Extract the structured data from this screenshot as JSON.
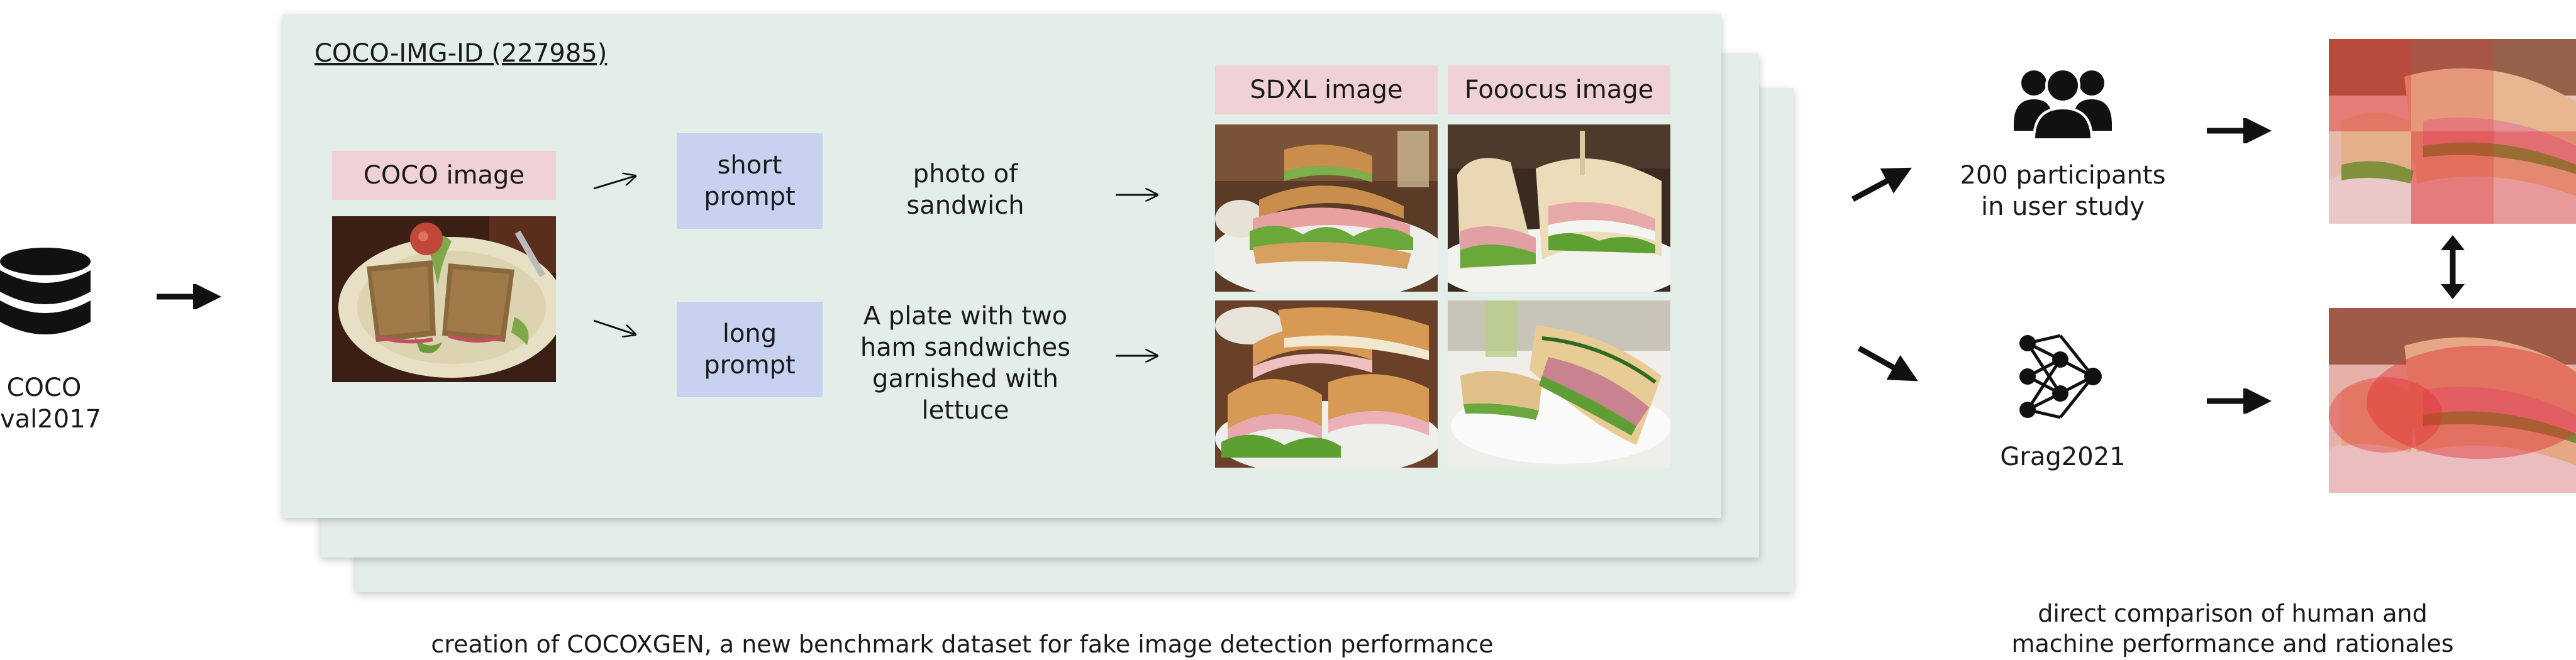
{
  "source": {
    "name_line1": "COCO",
    "name_line2": "val2017",
    "icon": "database-icon"
  },
  "panel": {
    "image_id": "COCO-IMG-ID (227985)",
    "coco_label": "COCO image",
    "short_prompt_label": "short prompt",
    "long_prompt_label": "long prompt",
    "short_prompt_text": "photo of sandwich",
    "long_prompt_text": "A plate with two ham sandwiches garnished with lettuce",
    "sdxl_label": "SDXL image",
    "fooocus_label": "Fooocus image"
  },
  "captions": {
    "left": "creation of COCOXGEN, a new benchmark dataset for fake image detection performance",
    "right_line1": "direct comparison of human and",
    "right_line2": "machine performance and rationales"
  },
  "study": {
    "participants_line1": "200 participants",
    "participants_line2": "in user study",
    "participants_icon": "users-group-icon",
    "model_label": "Grag2021",
    "model_icon": "neural-network-icon"
  },
  "colors": {
    "panel_bg": "#e4eee9",
    "pink_label": "#f0d2d6",
    "blue_label": "#c6d2f0",
    "heat_red": "#e03030"
  }
}
